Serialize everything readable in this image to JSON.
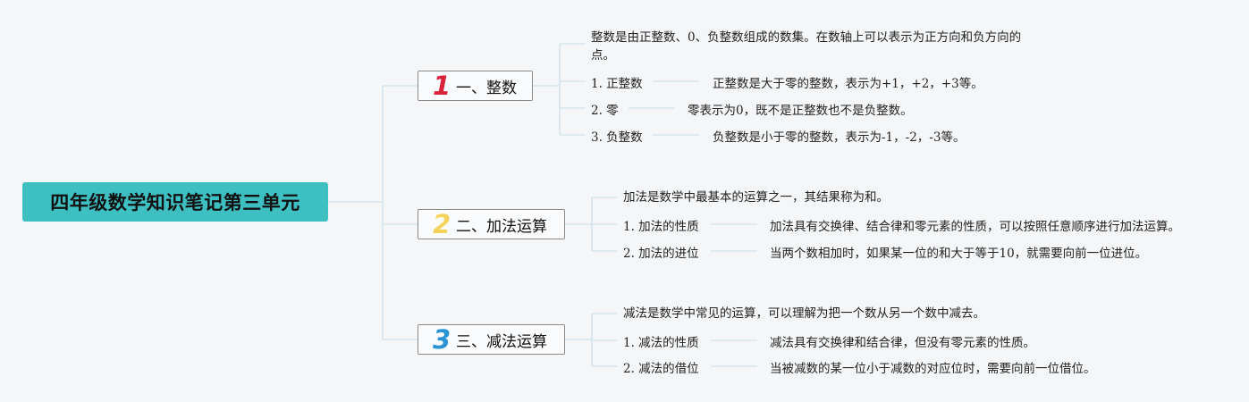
{
  "title": "四年级数学知识笔记第三单元",
  "colors": {
    "root_bg": "#3ebfc2",
    "connector": "#cfe2ea",
    "topic_border": "#8a8a8a",
    "num1": "#d9233b",
    "num2": "#f6d45c",
    "num3": "#2a93d5"
  },
  "topics": [
    {
      "number": "1",
      "label": "一、整数",
      "description": "整数是由正整数、0、负整数组成的数集。在数轴上可以表示为正方向和负方向的点。",
      "items": [
        {
          "name": "1. 正整数",
          "detail": "正整数是大于零的整数，表示为+1，+2，+3等。"
        },
        {
          "name": "2. 零",
          "detail": "零表示为0，既不是正整数也不是负整数。"
        },
        {
          "name": "3. 负整数",
          "detail": "负整数是小于零的整数，表示为-1，-2，-3等。"
        }
      ]
    },
    {
      "number": "2",
      "label": "二、加法运算",
      "description": "加法是数学中最基本的运算之一，其结果称为和。",
      "items": [
        {
          "name": "1. 加法的性质",
          "detail": "加法具有交换律、结合律和零元素的性质，可以按照任意顺序进行加法运算。"
        },
        {
          "name": "2. 加法的进位",
          "detail": "当两个数相加时，如果某一位的和大于等于10，就需要向前一位进位。"
        }
      ]
    },
    {
      "number": "3",
      "label": "三、减法运算",
      "description": "减法是数学中常见的运算，可以理解为把一个数从另一个数中减去。",
      "items": [
        {
          "name": "1. 减法的性质",
          "detail": "减法具有交换律和结合律，但没有零元素的性质。"
        },
        {
          "name": "2. 减法的借位",
          "detail": "当被减数的某一位小于减数的对应位时，需要向前一位借位。"
        }
      ]
    }
  ]
}
